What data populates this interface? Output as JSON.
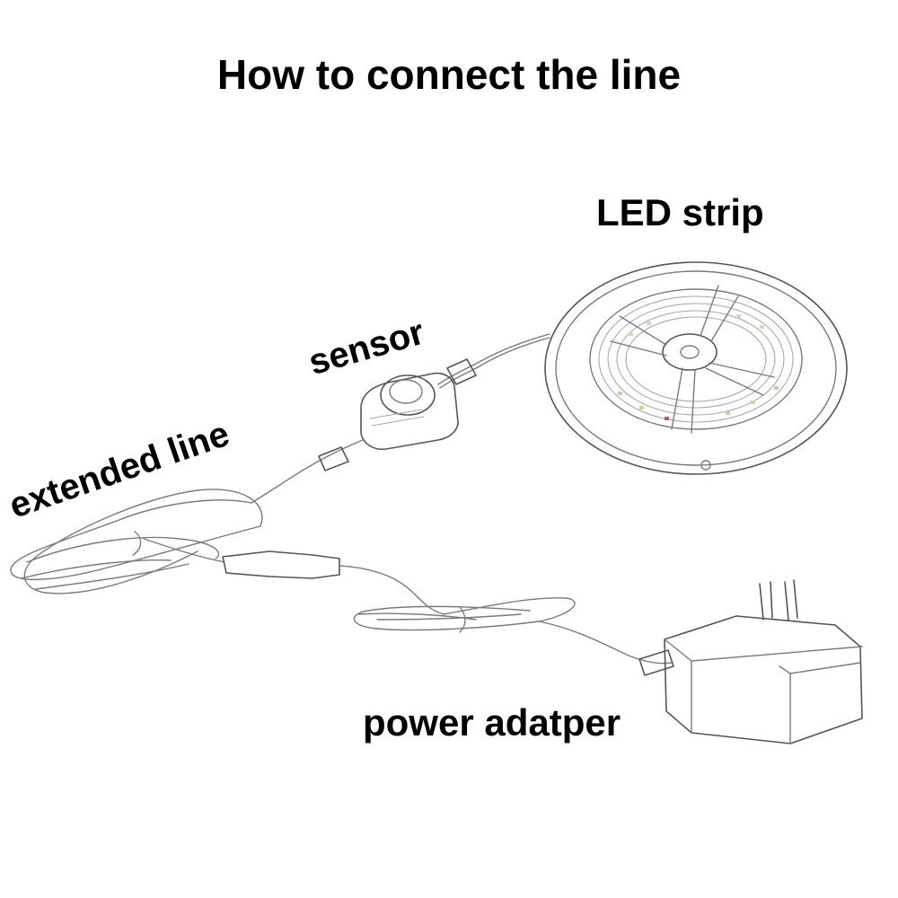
{
  "title": "How to connect the line",
  "labels": {
    "led_strip": "LED strip",
    "sensor": "sensor",
    "extended_line": "extended line",
    "power_adapter": "power adatper"
  },
  "colors": {
    "background": "#ffffff",
    "text": "#000000",
    "sketch_line": "#7a7a7a"
  }
}
